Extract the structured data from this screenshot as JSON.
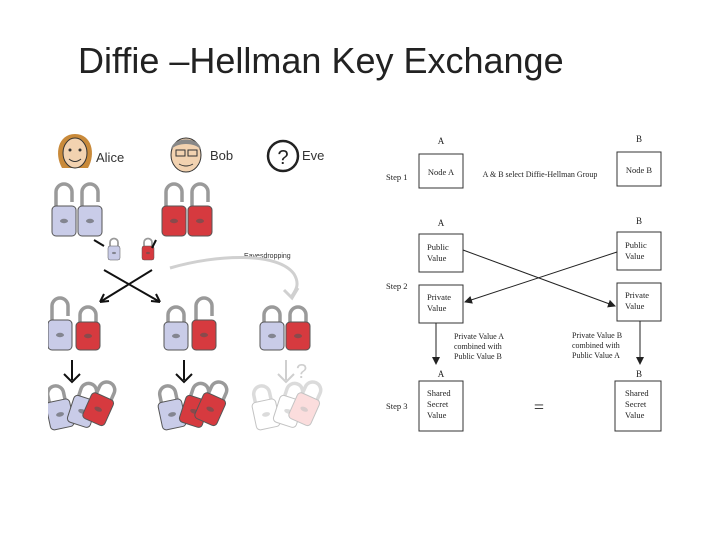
{
  "title": "Diffie –Hellman Key Exchange",
  "illustration": {
    "people": [
      {
        "name": "Alice",
        "icon": "alice-face-icon"
      },
      {
        "name": "Bob",
        "icon": "bob-face-icon"
      },
      {
        "name": "Eve",
        "icon": "question-mark-icon"
      }
    ],
    "eavesdropping_label": "Eavesdropping",
    "eve_question_mark": "?",
    "colors": {
      "alice_lock": "#c9cce8",
      "bob_lock": "#d63a3f",
      "eve_gray": "#cfcfcf"
    }
  },
  "flow": {
    "columns": {
      "a": "A",
      "b": "B"
    },
    "steps": {
      "step1": "Step 1",
      "step2": "Step 2",
      "step3": "Step 3"
    },
    "node_a": "Node A",
    "node_b": "Node B",
    "select_group": "A & B select Diffie-Hellman Group",
    "public_value": [
      "Public",
      "Value"
    ],
    "private_value": [
      "Private",
      "Value"
    ],
    "combine_a": [
      "Private Value A",
      "combined with",
      "Public Value B"
    ],
    "combine_b": [
      "Private Value B",
      "combined with",
      "Public Value A"
    ],
    "shared_secret": [
      "Shared",
      "Secret",
      "Value"
    ],
    "equals": "="
  }
}
